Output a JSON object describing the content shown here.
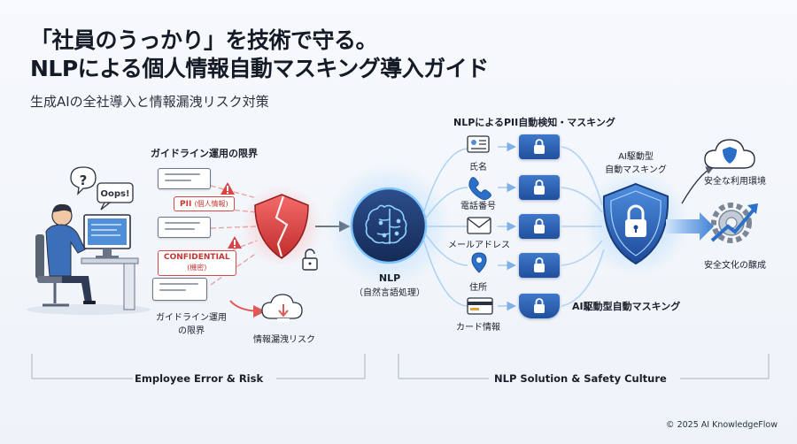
{
  "title": {
    "line1": "「社員のうっかり」を技術で守る。",
    "line2": "NLPによる個人情報自動マスキング導入ガイド",
    "subtitle": "生成AIの全社導入と情報漏洩リスク対策"
  },
  "left": {
    "speech": "Oops!",
    "guideline_header": "ガイドライン運用の限界",
    "tag_pii": "PII",
    "tag_pii_sub": "(個人情報)",
    "tag_conf": "CONFIDENTIAL",
    "tag_conf_sub": "(機密)",
    "limit_label_1": "ガイドライン運用",
    "limit_label_2": "の限界",
    "leak_label": "情報漏洩リスク",
    "section_label": "Employee Error & Risk"
  },
  "center": {
    "nlp": "NLP",
    "nlp_sub": "（自然言語処理）"
  },
  "right": {
    "header": "NLPによるPII自動検知・マスキング",
    "pii_items": [
      {
        "label": "氏名",
        "icon": "id-card-icon"
      },
      {
        "label": "電話番号",
        "icon": "phone-icon"
      },
      {
        "label": "メールアドレス",
        "icon": "mail-icon"
      },
      {
        "label": "住所",
        "icon": "location-pin-icon"
      },
      {
        "label": "カード情報",
        "icon": "credit-card-icon"
      }
    ],
    "ai_label_1": "AI駆動型",
    "ai_label_2": "自動マスキング",
    "ai_bottom_label": "AI駆動型自動マスキング",
    "safe_env": "安全な利用環境",
    "culture": "安全文化の醸成",
    "section_label": "NLP Solution & Safety Culture"
  },
  "copyright": "© 2025 AI KnowledgeFlow",
  "colors": {
    "accent": "#2a62c4",
    "danger": "#d44a4a",
    "dark": "#1f3f7a"
  }
}
